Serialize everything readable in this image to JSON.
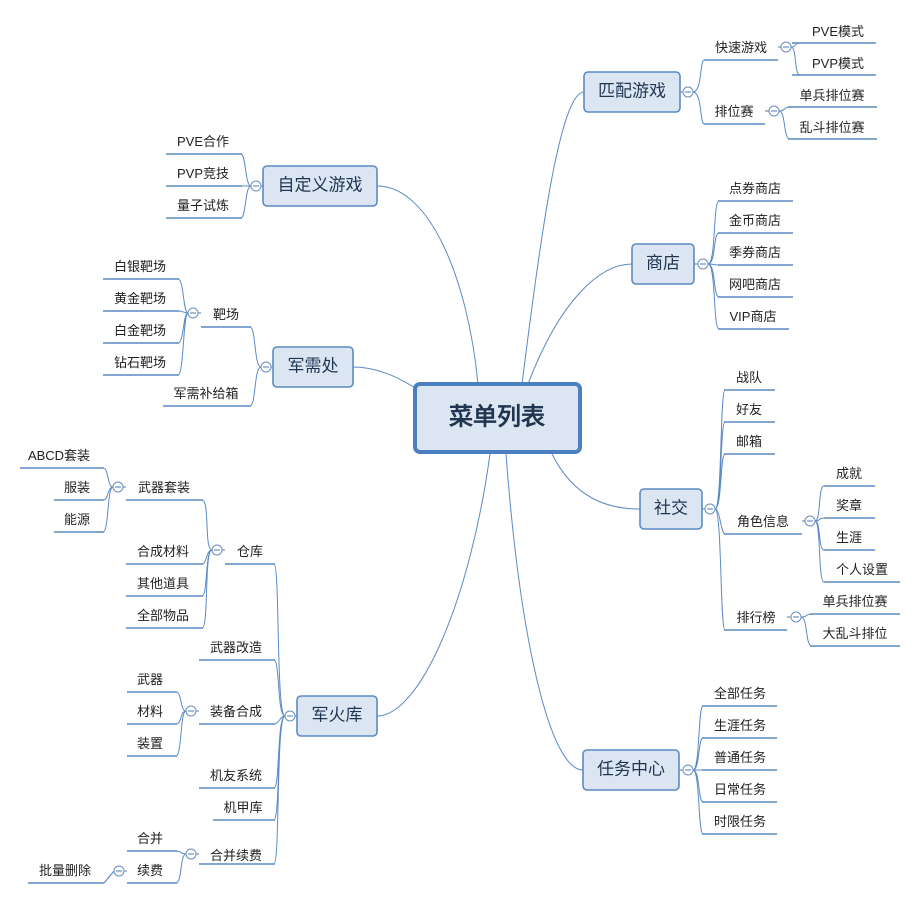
{
  "root": "菜单列表",
  "topics": {
    "match": {
      "label": "匹配游戏",
      "quick": {
        "label": "快速游戏",
        "items": [
          "PVE模式",
          "PVP模式"
        ]
      },
      "rank": {
        "label": "排位赛",
        "items": [
          "单兵排位赛",
          "乱斗排位赛"
        ]
      }
    },
    "shop": {
      "label": "商店",
      "items": [
        "点券商店",
        "金币商店",
        "季券商店",
        "网吧商店",
        "VIP商店"
      ]
    },
    "social": {
      "label": "社交",
      "team": "战队",
      "friend": "好友",
      "mail": "邮箱",
      "role": {
        "label": "角色信息",
        "items": [
          "成就",
          "奖章",
          "生涯",
          "个人设置"
        ]
      },
      "leaderboard": {
        "label": "排行榜",
        "items": [
          "单兵排位赛",
          "大乱斗排位"
        ]
      }
    },
    "tasks": {
      "label": "任务中心",
      "items": [
        "全部任务",
        "生涯任务",
        "普通任务",
        "日常任务",
        "时限任务"
      ]
    },
    "custom": {
      "label": "自定义游戏",
      "items": [
        "PVE合作",
        "PVP竞技",
        "量子试炼"
      ]
    },
    "supply": {
      "label": "军需处",
      "range": {
        "label": "靶场",
        "items": [
          "白银靶场",
          "黄金靶场",
          "白金靶场",
          "钻石靶场"
        ]
      },
      "box": "军需补给箱"
    },
    "armory": {
      "label": "军火库",
      "warehouse": {
        "label": "仓库",
        "suits": {
          "label": "武器套装",
          "items": [
            "ABCD套装",
            "服装",
            "能源"
          ]
        },
        "materials": "合成材料",
        "props": "其他道具",
        "all": "全部物品"
      },
      "modify": "武器改造",
      "synth": {
        "label": "装备合成",
        "items": [
          "武器",
          "材料",
          "装置"
        ]
      },
      "buddy": "机友系统",
      "mecha": "机甲库",
      "merge": {
        "label": "合并续费",
        "combine": "合并",
        "renew": {
          "label": "续费",
          "items": [
            "批量删除"
          ]
        }
      }
    }
  }
}
